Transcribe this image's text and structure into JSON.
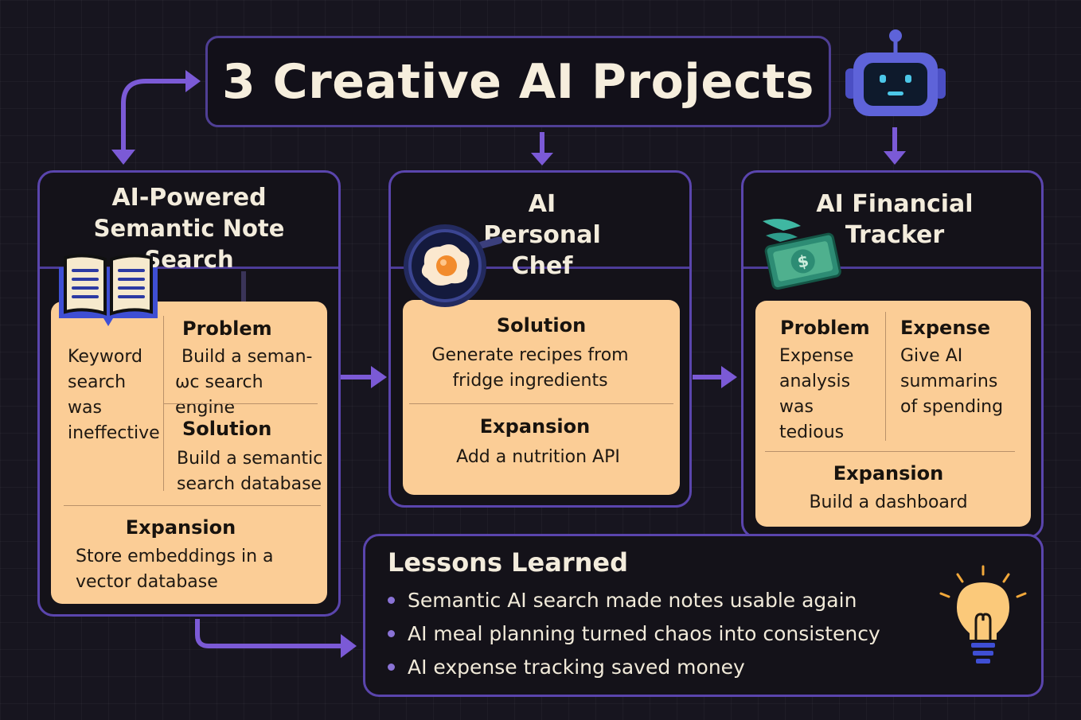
{
  "title": "3 Creative AI Projects",
  "colors": {
    "background": "#17151f",
    "border": "#5a45ad",
    "arrow": "#7b5ad6",
    "panel": "#fbcd96",
    "text_light": "#f3ecdc",
    "text_dark": "#1c1712"
  },
  "icons": [
    "robot-icon",
    "book-icon",
    "fried-egg-pan-icon",
    "money-icon",
    "lightbulb-icon"
  ],
  "projects": [
    {
      "title_line1": "AI-Powered",
      "title_line2": "Semantic Note Search",
      "problem_heading": "Problem",
      "problem_text_left": [
        "Keyword",
        "search",
        "was",
        "ineffective"
      ],
      "problem_text_right": [
        "Build a seman-",
        "ωc search engine"
      ],
      "solution_heading": "Solution",
      "solution_text": [
        "Build a semantic",
        "search database"
      ],
      "expansion_heading": "Expansion",
      "expansion_text": [
        "Store embeddings in a",
        "vector database"
      ]
    },
    {
      "title_line1": "AI Personal",
      "title_line2": "Chef",
      "solution_heading": "Solution",
      "solution_text": [
        "Generate recipes from",
        "fridge ingredients"
      ],
      "expansion_heading": "Expansion",
      "expansion_text": "Add a nutrition API"
    },
    {
      "title_line1": "AI Financial",
      "title_line2": "Tracker",
      "problem_heading": "Problem",
      "problem_text": [
        "Expense",
        "analysis",
        "was",
        "tedious"
      ],
      "expense_heading": "Expense",
      "expense_text": [
        "Give AI",
        "summarins",
        "of spending"
      ],
      "expansion_heading": "Expansion",
      "expansion_text": "Build a dashboard"
    }
  ],
  "lessons": {
    "title": "Lessons Learned",
    "items": [
      "Semantic AI search made notes usable again",
      "AI meal planning turned chaos into consistency",
      "AI expense tracking saved money"
    ]
  }
}
